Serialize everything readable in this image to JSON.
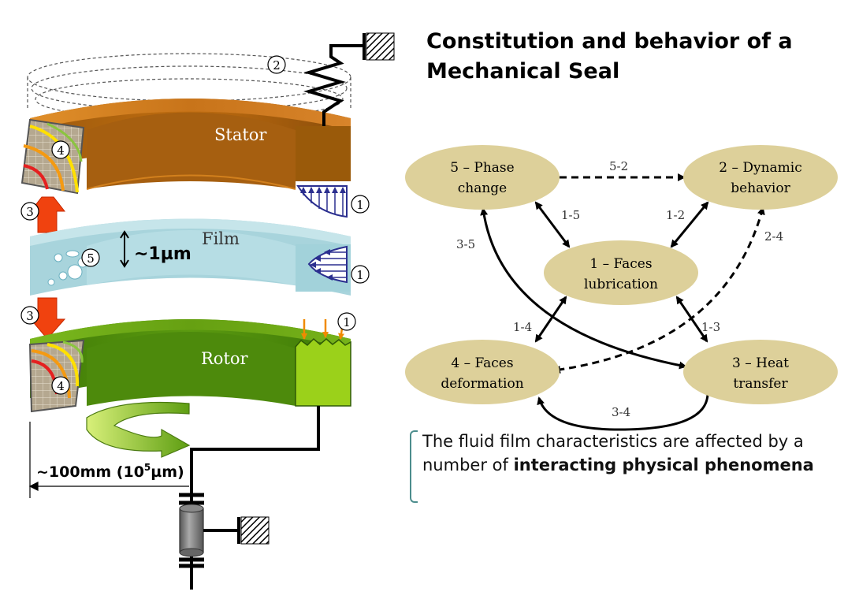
{
  "title": "Constitution and behavior of a Mechanical Seal",
  "seal": {
    "stator_label": "Stator",
    "film_label": "Film",
    "rotor_label": "Rotor",
    "film_thickness": "~1µm",
    "diameter_main": "~100mm (10",
    "diameter_exp": "5",
    "diameter_unit": "µm)",
    "markers": [
      "1",
      "2",
      "3",
      "4",
      "5"
    ]
  },
  "graph": {
    "nodes": {
      "n5": [
        "5 – Phase",
        "change"
      ],
      "n2": [
        "2 – Dynamic",
        "behavior"
      ],
      "n1": [
        "1 – Faces",
        "lubrication"
      ],
      "n4": [
        "4 – Faces",
        "deformation"
      ],
      "n3": [
        "3 – Heat",
        "transfer"
      ]
    },
    "edges": {
      "e52": "5-2",
      "e15": "1-5",
      "e12": "1-2",
      "e35": "3-5",
      "e24": "2-4",
      "e14": "1-4",
      "e13": "1-3",
      "e34": "3-4"
    },
    "colors": {
      "node_fill": "#ddd09a"
    }
  },
  "caption": {
    "part1": "The fluid film characteristics are affected by a number of ",
    "bold": "interacting physical phenomena"
  }
}
